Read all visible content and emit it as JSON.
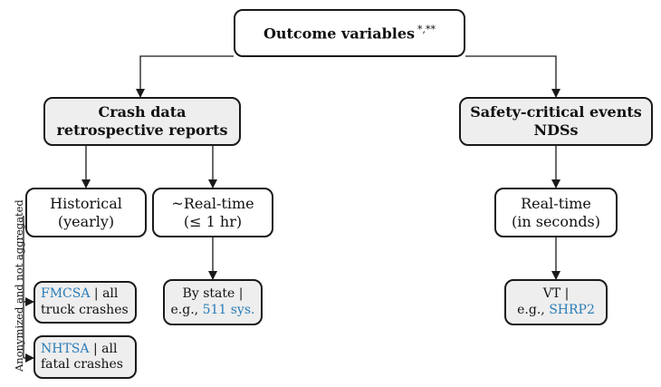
{
  "root": {
    "label": "Outcome variables",
    "superscript": "*,**"
  },
  "crash": {
    "line1": "Crash data",
    "line2": "retrospective reports"
  },
  "safety": {
    "line1": "Safety-critical events",
    "line2": "NDSs"
  },
  "historical": {
    "line1": "Historical",
    "line2": "(yearly)"
  },
  "realtime_hr": {
    "line1": "~Real-time",
    "line2": "(≤  1 hr)"
  },
  "realtime_sec": {
    "line1": "Real-time",
    "line2": "(in seconds)"
  },
  "fmcsa": {
    "link": "FMCSA",
    "rest1": " | all",
    "line2": "truck crashes"
  },
  "nhtsa": {
    "link": "NHTSA",
    "rest1": " | all",
    "line2": "fatal crashes"
  },
  "bystate": {
    "line1": "By state |",
    "prefix2": "e.g., ",
    "link": "511 sys."
  },
  "vt": {
    "line1": "VT  |",
    "prefix2": "e.g., ",
    "link": "SHRP2"
  },
  "side_label": "Anonymized and not aggregated",
  "colors": {
    "link": "#2a7db8",
    "box_fill_grey": "#eeeeee",
    "stroke": "#1a1a1a"
  }
}
